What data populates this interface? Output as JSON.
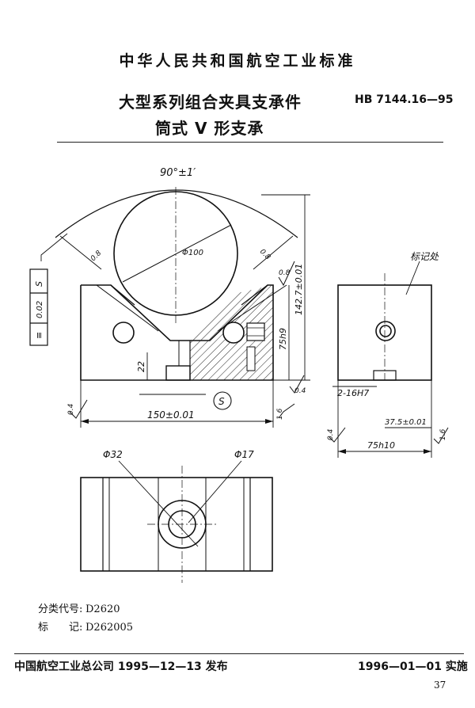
{
  "header": {
    "standard_name": "中华人民共和国航空工业标准",
    "title_line1": "大型系列组合夹具支承件",
    "title_line2": "筒式 V 形支承",
    "standard_code": "HB 7144.16—95"
  },
  "drawing": {
    "dims": {
      "angle": "90°±1′",
      "diameter": "Φ100",
      "height_total": "142.7±0.01",
      "height_75": "75h9",
      "width_150": "150±0.01",
      "depth_22": "22",
      "width_75": "75h10",
      "width_37": "37.5±0.01",
      "hole_label": "2-16H7",
      "phi32": "Φ32",
      "phi17": "Φ17",
      "mark_label": "标记处",
      "s_symbol": "S",
      "gdt_symbol": "≡",
      "gdt_tolerance": "0.02",
      "gdt_datum": "S",
      "rough_08": "0.8",
      "rough_04": "0.4",
      "rough_16": "1.6",
      "rough_08_small": "0.8"
    }
  },
  "footer": {
    "class_label": "分类代号:",
    "class_value": "D2620",
    "mark_label": "标　　记:",
    "mark_value": "D262005",
    "publisher": "中国航空工业总公司 1995—12—13 发布",
    "effective": "1996—01—01 实施",
    "page_number": "37"
  },
  "colors": {
    "ink": "#111111",
    "paper": "#ffffff"
  }
}
